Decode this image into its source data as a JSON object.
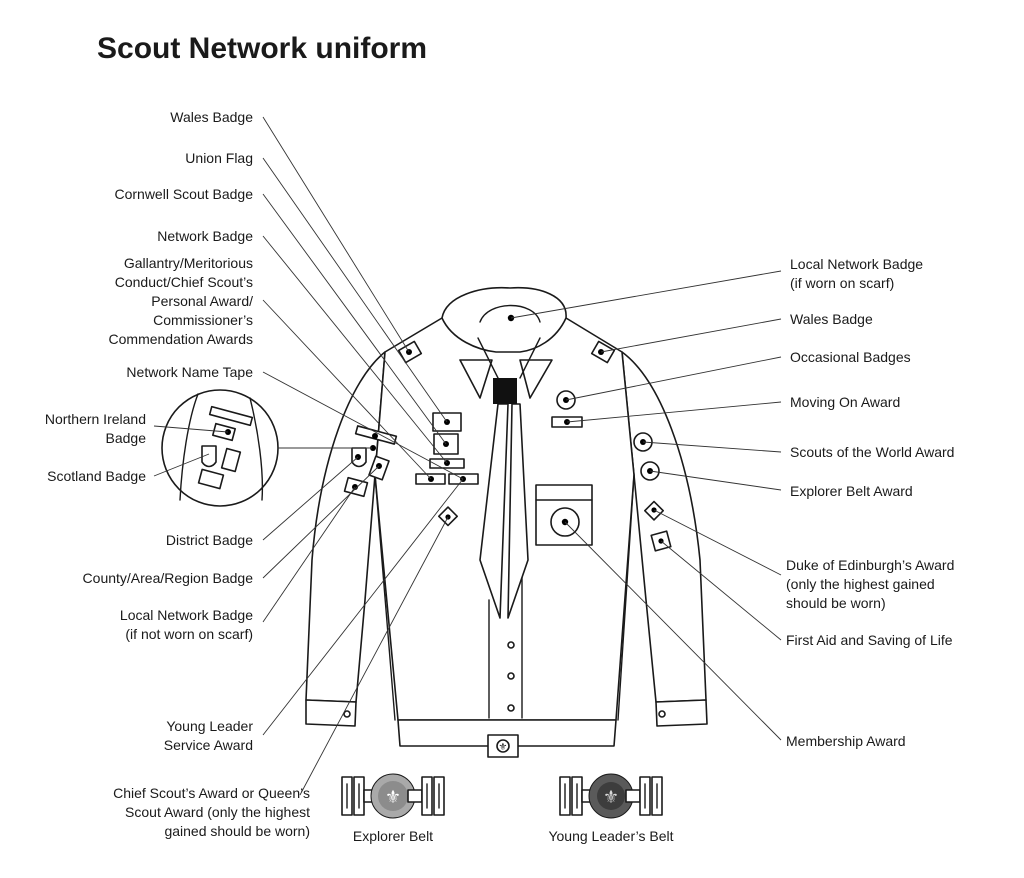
{
  "title": "Scout Network uniform",
  "labels_left": {
    "wales_badge": "Wales Badge",
    "union_flag": "Union Flag",
    "cornwell_badge": "Cornwell Scout Badge",
    "network_badge": "Network Badge",
    "gallantry": [
      "Gallantry/Meritorious",
      "Conduct/Chief Scout’s",
      "Personal Award/",
      "Commissioner’s",
      "Commendation Awards"
    ],
    "name_tape": "Network Name Tape",
    "northern_ireland": [
      "Northern Ireland",
      "Badge"
    ],
    "scotland": "Scotland Badge",
    "district": "District Badge",
    "county": "County/Area/Region Badge",
    "local_network_sleeve": [
      "Local Network Badge",
      "(if not worn on scarf)"
    ],
    "young_leader_service": [
      "Young Leader",
      "Service Award"
    ],
    "chief_scout": [
      "Chief Scout’s Award or Queen’s",
      "Scout Award (only the highest",
      "gained should be worn)"
    ]
  },
  "labels_right": {
    "local_network_scarf": [
      "Local Network Badge",
      "(if worn on scarf)"
    ],
    "wales_badge": "Wales Badge",
    "occasional": "Occasional Badges",
    "moving_on": "Moving On Award",
    "scouts_world": "Scouts of the World Award",
    "explorer_belt_award": "Explorer Belt Award",
    "doe": [
      "Duke of Edinburgh’s Award",
      "(only the highest gained",
      "should be worn)"
    ],
    "first_aid": "First Aid and Saving of Life",
    "membership": "Membership Award"
  },
  "belts": {
    "explorer": "Explorer Belt",
    "young_leader": "Young Leader’s Belt"
  },
  "colors": {
    "outline": "#1a1a1a",
    "explorer_buckle": "#a9a9a9",
    "young_leader_buckle": "#5a5a5a",
    "background": "#ffffff"
  }
}
